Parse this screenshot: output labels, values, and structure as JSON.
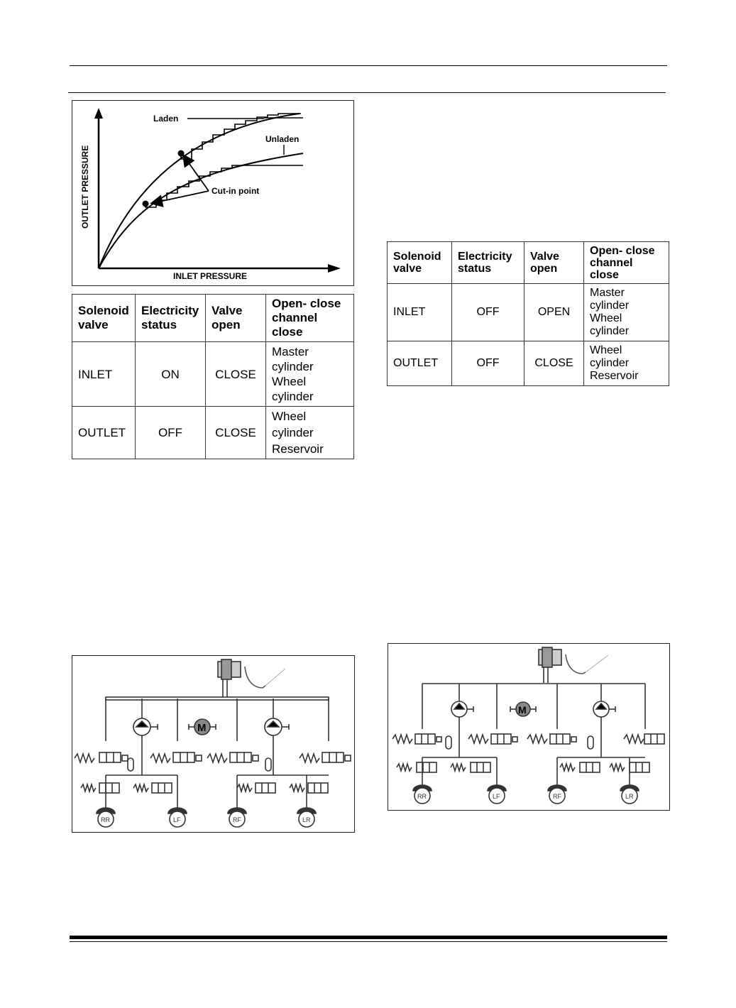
{
  "chart": {
    "y_axis_label": "OUTLET PRESSURE",
    "x_axis_label": "INLET PRESSURE",
    "label_laden": "Laden",
    "label_unladen": "Unladen",
    "label_cutin": "Cut-in point"
  },
  "table_left": {
    "headers": [
      "Solenoid valve",
      "Electricity status",
      "Valve open",
      "Open- close channel close"
    ],
    "rows": [
      {
        "valve": "INLET",
        "status": "ON",
        "open": "CLOSE",
        "channel": [
          "Master",
          "cylinder",
          "Wheel",
          "cylinder"
        ]
      },
      {
        "valve": "OUTLET",
        "status": "OFF",
        "open": "CLOSE",
        "channel": [
          "Wheel",
          "cylinder",
          "Reservoir"
        ]
      }
    ]
  },
  "table_right": {
    "headers": [
      "Solenoid valve",
      "Electricity status",
      "Valve open",
      "Open- close channel close"
    ],
    "rows": [
      {
        "valve": "INLET",
        "status": "OFF",
        "open": "OPEN",
        "channel": [
          "Master",
          "cylinder",
          "Wheel",
          "cylinder"
        ]
      },
      {
        "valve": "OUTLET",
        "status": "OFF",
        "open": "CLOSE",
        "channel": [
          "Wheel",
          "cylinder",
          "Reservoir"
        ]
      }
    ]
  },
  "hydraulic": {
    "motor_label": "M",
    "wheels": [
      "RR",
      "LF",
      "RF",
      "LR"
    ]
  }
}
